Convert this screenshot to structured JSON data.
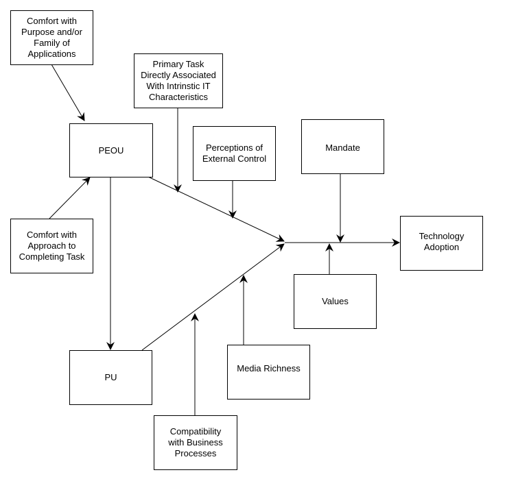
{
  "diagram": {
    "nodes": [
      {
        "id": "comfort_purpose",
        "label": "Comfort with\nPurpose and/or\nFamily of\nApplications"
      },
      {
        "id": "primary_task",
        "label": "Primary Task\nDirectly Associated\nWith Intrinstic IT\nCharacteristics"
      },
      {
        "id": "peou",
        "label": "PEOU"
      },
      {
        "id": "perceptions",
        "label": "Perceptions of\nExternal Control"
      },
      {
        "id": "mandate",
        "label": "Mandate"
      },
      {
        "id": "comfort_approach",
        "label": "Comfort with\nApproach to\nCompleting Task"
      },
      {
        "id": "tech_adoption",
        "label": "Technology\nAdoption"
      },
      {
        "id": "values",
        "label": "Values"
      },
      {
        "id": "pu",
        "label": "PU"
      },
      {
        "id": "media_richness",
        "label": "Media Richness"
      },
      {
        "id": "compatibility",
        "label": "Compatibility\nwith Business\nProcesses"
      }
    ],
    "edges": [
      {
        "from": "comfort_purpose",
        "to": "peou"
      },
      {
        "from": "comfort_approach",
        "to": "peou"
      },
      {
        "from": "peou",
        "to": "pu"
      },
      {
        "from": "peou",
        "to": "junction"
      },
      {
        "from": "pu",
        "to": "junction"
      },
      {
        "from": "primary_task",
        "to": "peou-junction-path"
      },
      {
        "from": "perceptions",
        "to": "peou-junction-path"
      },
      {
        "from": "compatibility",
        "to": "pu-junction-path"
      },
      {
        "from": "media_richness",
        "to": "pu-junction-path"
      },
      {
        "from": "mandate",
        "to": "junction-adoption-path"
      },
      {
        "from": "values",
        "to": "junction-adoption-path"
      },
      {
        "from": "junction",
        "to": "tech_adoption"
      }
    ]
  }
}
